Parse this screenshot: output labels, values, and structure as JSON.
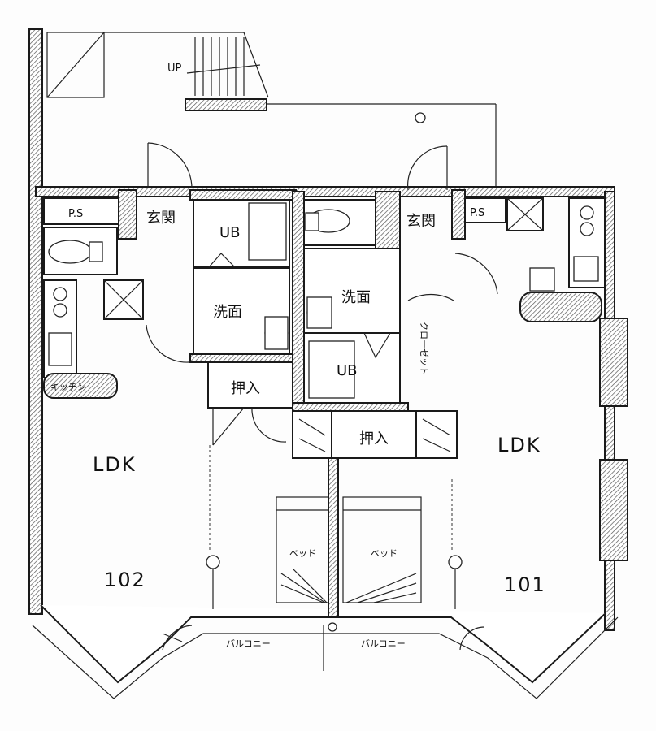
{
  "plan": {
    "up_label": "UP",
    "ps_left": "P.S",
    "ps_right": "P.S",
    "genkan_left": "玄関",
    "genkan_right": "玄関",
    "ub_left": "UB",
    "ub_right": "UB",
    "senmen_left": "洗面",
    "senmen_right": "洗面",
    "oshiire_left": "押入",
    "oshiire_right": "押入",
    "ldk_left": "LDK",
    "ldk_right": "LDK",
    "room_left": "102",
    "room_right": "101",
    "bed_left": "ベッド",
    "bed_right": "ベッド",
    "kitchen_label": "キッチン",
    "balcony_left": "バルコニー",
    "balcony_right": "バルコニー",
    "shelf_label": "クローゼット"
  }
}
